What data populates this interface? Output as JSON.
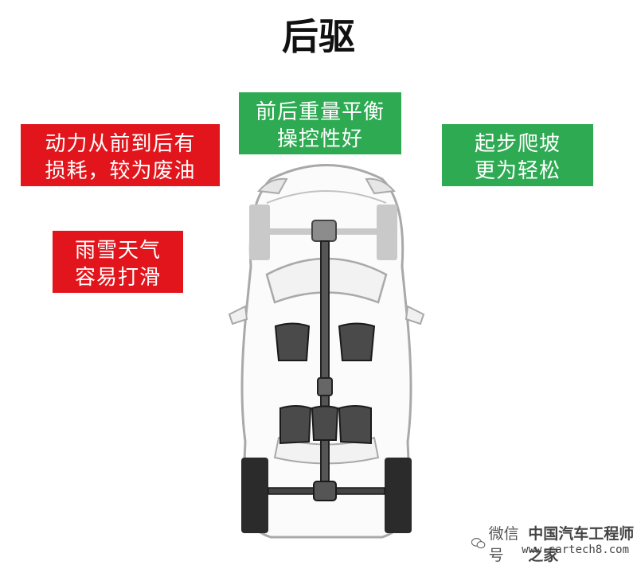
{
  "title": "后驱",
  "boxes": {
    "left_top": {
      "line1": "动力从前到后有",
      "line2": "损耗，较为废油",
      "color": "#e2151c"
    },
    "left_bottom": {
      "line1": "雨雪天气",
      "line2": "容易打滑",
      "color": "#e2151c"
    },
    "center": {
      "line1": "前后重量平衡",
      "line2": "操控性好",
      "color": "#2eaa53"
    },
    "right": {
      "line1": "起步爬坡",
      "line2": "更为轻松",
      "color": "#2eaa53"
    }
  },
  "watermark": {
    "prefix": "微信号",
    "brand": "中国汽车工程师之家",
    "site": "www.cartech8.com"
  },
  "icons": [
    "wechat-icon"
  ]
}
